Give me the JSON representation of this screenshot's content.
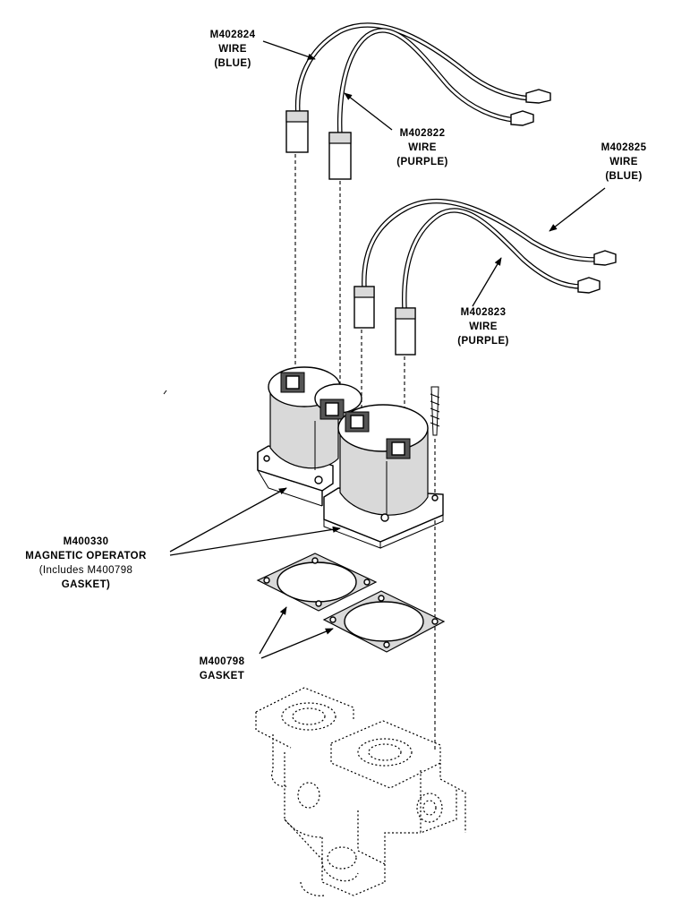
{
  "labels": {
    "wire_blue_upper": {
      "part": "M402824",
      "kind": "WIRE",
      "color": "(BLUE)"
    },
    "wire_purple_upper": {
      "part": "M402822",
      "kind": "WIRE",
      "color": "(PURPLE)"
    },
    "wire_blue_lower": {
      "part": "M402825",
      "kind": "WIRE",
      "color": "(BLUE)"
    },
    "wire_purple_lower": {
      "part": "M402823",
      "kind": "WIRE",
      "color": "(PURPLE)"
    },
    "magnetic_operator": {
      "part": "M400330",
      "line1": "MAGNETIC OPERATOR",
      "line2": "(Includes M400798",
      "line3": "GASKET)"
    },
    "gasket": {
      "part": "M400798",
      "kind": "GASKET"
    }
  }
}
